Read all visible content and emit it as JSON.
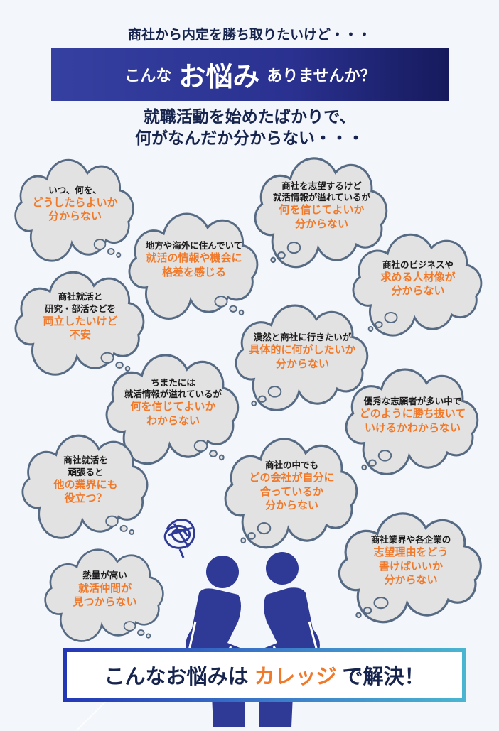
{
  "header": {
    "lead": "商社から内定を勝ち取りたいけど・・・",
    "banner_pre": "こんな",
    "banner_big": "お悩み",
    "banner_post": "ありませんか？",
    "sub_line1": "就職活動を始めたばかりで、",
    "sub_line2": "何がなんだか分からない・・・"
  },
  "clouds": [
    {
      "black": [
        "いつ、何を、"
      ],
      "orange": [
        "どうしたらよいか",
        "分からない"
      ]
    },
    {
      "black": [
        "地方や海外に住んでいて"
      ],
      "orange": [
        "就活の情報や機会に",
        "格差を感じる"
      ]
    },
    {
      "black": [
        "商社を志望するけど",
        "就活情報が溢れているが"
      ],
      "orange": [
        "何を信じてよいか",
        "分からない"
      ]
    },
    {
      "black": [
        "商社のビジネスや"
      ],
      "orange": [
        "求める人材像が",
        "分からない"
      ]
    },
    {
      "black": [
        "商社就活と",
        "研究・部活などを"
      ],
      "orange": [
        "両立したいけど",
        "不安"
      ]
    },
    {
      "black": [
        "漠然と商社に行きたいが"
      ],
      "orange": [
        "具体的に何がしたいか",
        "分からない"
      ]
    },
    {
      "black": [
        "ちまたには",
        "就活情報が溢れているが"
      ],
      "orange": [
        "何を信じてよいか",
        "わからない"
      ]
    },
    {
      "black": [
        "優秀な志願者が多い中で"
      ],
      "orange": [
        "どのように勝ち抜いて",
        "いけるかわからない"
      ]
    },
    {
      "black": [
        "商社就活を",
        "頑張ると"
      ],
      "orange": [
        "他の業界にも",
        "役立つ？"
      ]
    },
    {
      "black": [
        "商社の中でも"
      ],
      "orange": [
        "どの会社が自分に",
        "合っているか",
        "分からない"
      ]
    },
    {
      "black": [
        "商社業界や各企業の"
      ],
      "orange": [
        "志望理由をどう",
        "書けばいいか",
        "分からない"
      ]
    },
    {
      "black": [
        "熱量が高い"
      ],
      "orange": [
        "就活仲間が",
        "見つからない"
      ]
    }
  ],
  "footer": {
    "pre": "こんなお悩みは",
    "accent": "カレッジ",
    "post": "で解決！"
  },
  "colors": {
    "navy": "#2a3190",
    "orange": "#f07a2a",
    "cloud_fill": "#e3e2e2",
    "cloud_stroke": "#566a84",
    "figure": "#2f3a96"
  }
}
